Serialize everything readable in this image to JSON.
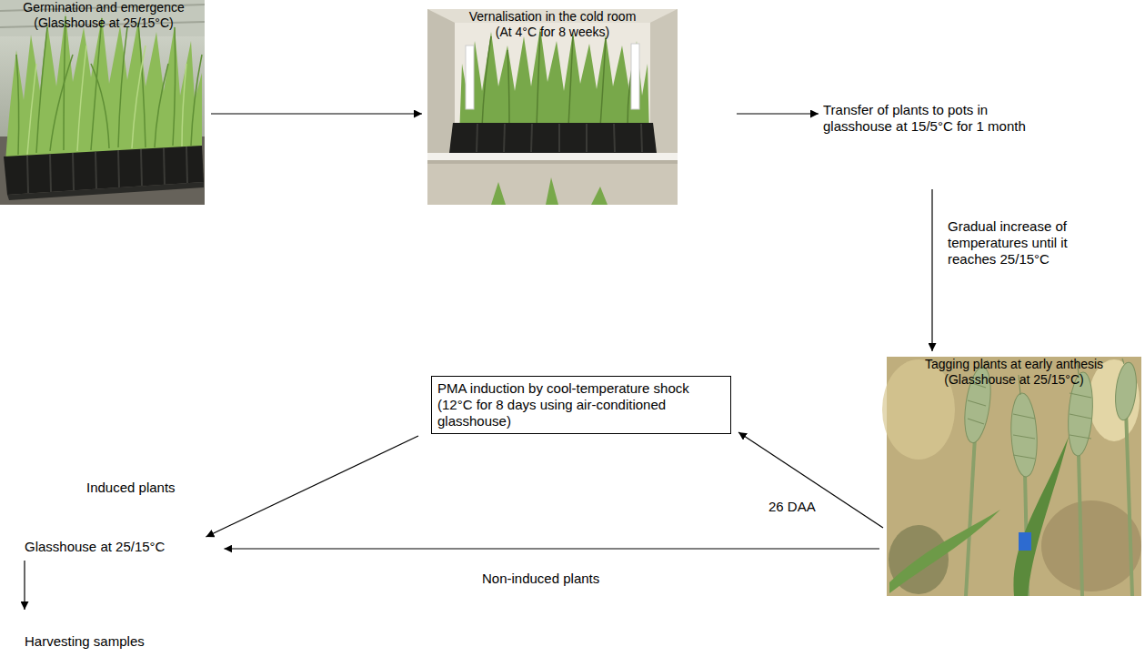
{
  "diagram": {
    "nodes": [
      {
        "text": [
          "Germination and emergence (Glasshouse at 25/15°C)"
        ]
      },
      {
        "text": [
          "Vernalisation in the cold room (At 4°C for 8 weeks)"
        ]
      },
      {
        "text": [
          "Transfer of plants to pots in glasshouse at 15/5°C for 1 month"
        ]
      },
      {
        "text": [
          "Tagging plants at early anthesis (Glasshouse at 25/15°C)"
        ]
      },
      {
        "text": [
          "PMA induction by cool-temperature shock (12°C for 8 days using air-conditioned glasshouse)"
        ]
      },
      {
        "text": [
          "Glasshouse at 25/15°C"
        ]
      },
      {
        "text": [
          "Harvesting samples"
        ]
      }
    ],
    "edges": [
      {
        "from": 0,
        "to": 1,
        "arrow": "to"
      },
      {
        "from": 1,
        "to": 2,
        "arrow": "to"
      },
      {
        "from": 2,
        "to": 3,
        "label": "Gradual increase of temperatures until it reaches 25/15°C",
        "arrow": "to"
      },
      {
        "from": 3,
        "to": 4,
        "label": "26 DAA",
        "arrow": "to"
      },
      {
        "from": 4,
        "to": 5,
        "label": "Induced plants",
        "arrow": "to"
      },
      {
        "from": 3,
        "to": 5,
        "label": "Non-induced plants",
        "arrow": "to"
      },
      {
        "from": 5,
        "to": 6,
        "arrow": "to"
      }
    ]
  }
}
